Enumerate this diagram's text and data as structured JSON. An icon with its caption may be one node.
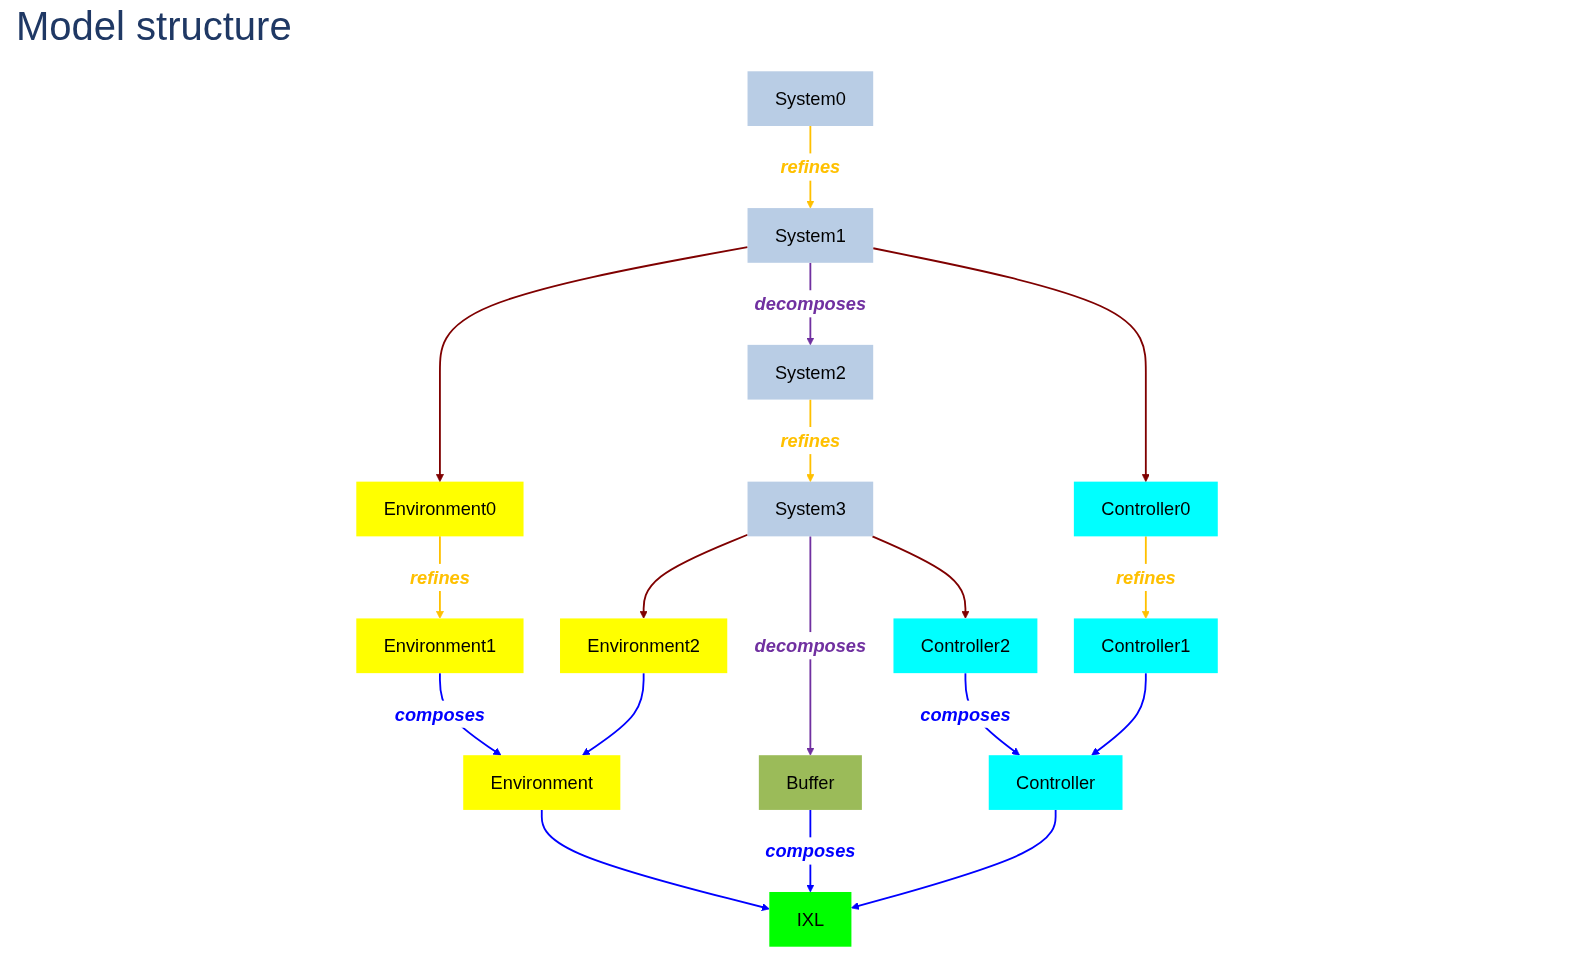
{
  "diagram": {
    "title": "Model structure",
    "nodes": [
      {
        "text": [
          "System0"
        ]
      },
      {
        "text": [
          "System1"
        ]
      },
      {
        "text": [
          "Environment0"
        ]
      },
      {
        "text": [
          "System2"
        ]
      },
      {
        "text": [
          "Controller0"
        ]
      },
      {
        "text": [
          "System3"
        ]
      },
      {
        "text": [
          "Environment1"
        ]
      },
      {
        "text": [
          "Environment2"
        ]
      },
      {
        "text": [
          "Buffer"
        ]
      },
      {
        "text": [
          "Controller2"
        ]
      },
      {
        "text": [
          "Controller1"
        ]
      },
      {
        "text": [
          "Environment"
        ]
      },
      {
        "text": [
          "Controller"
        ]
      },
      {
        "text": [
          "IXL"
        ]
      }
    ],
    "edges": [
      {
        "from": 0,
        "to": 1,
        "arrow": "to",
        "label": "refines",
        "color": "#ffc000"
      },
      {
        "from": 1,
        "to": 2,
        "arrow": "to",
        "color": "#7f0000"
      },
      {
        "from": 1,
        "to": 3,
        "arrow": "to",
        "label": "decomposes",
        "color": "#7030a0"
      },
      {
        "from": 1,
        "to": 4,
        "arrow": "to",
        "color": "#7f0000"
      },
      {
        "from": 3,
        "to": 5,
        "arrow": "to",
        "label": "refines",
        "color": "#ffc000"
      },
      {
        "from": 2,
        "to": 6,
        "arrow": "to",
        "label": "refines",
        "color": "#ffc000"
      },
      {
        "from": 4,
        "to": 10,
        "arrow": "to",
        "label": "refines",
        "color": "#ffc000"
      },
      {
        "from": 5,
        "to": 7,
        "arrow": "to",
        "color": "#7f0000"
      },
      {
        "from": 5,
        "to": 8,
        "arrow": "to",
        "label": "decomposes",
        "color": "#7030a0"
      },
      {
        "from": 5,
        "to": 9,
        "arrow": "to",
        "color": "#7f0000"
      },
      {
        "from": 6,
        "to": 11,
        "arrow": "to",
        "label": "composes"
      },
      {
        "from": 7,
        "to": 11,
        "arrow": "to"
      },
      {
        "from": 9,
        "to": 12,
        "arrow": "to",
        "label": "composes"
      },
      {
        "from": 10,
        "to": 12,
        "arrow": "to"
      },
      {
        "from": 11,
        "to": 13,
        "arrow": "to"
      },
      {
        "from": 8,
        "to": 13,
        "arrow": "to",
        "label": "composes"
      },
      {
        "from": 12,
        "to": 13,
        "arrow": "to"
      }
    ]
  }
}
